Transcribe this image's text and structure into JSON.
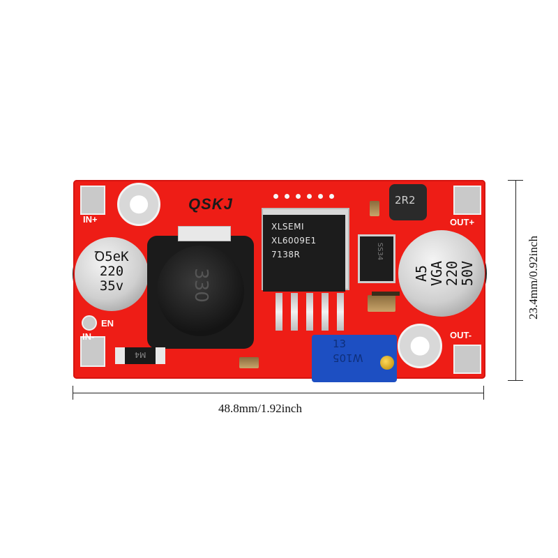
{
  "board": {
    "brand_logo": "QSKJ",
    "labels": {
      "in_plus": "IN+",
      "in_minus": "IN-",
      "en": "EN",
      "out_plus": "OUT+",
      "out_minus": "OUT-"
    },
    "input_capacitor": {
      "line1": "Ꝺ5eK",
      "line2": "220",
      "line3": "35v"
    },
    "output_capacitor": {
      "line1": "A5",
      "line2": "VGA",
      "line3": "220",
      "line4": "50V"
    },
    "inductor_marking": "330",
    "ic": {
      "line1": "XLSEMI",
      "line2": "XL6009E1",
      "line3": "7138R"
    },
    "small_inductor_marking": "2R2",
    "diode_marking": "SS34",
    "input_diode_marking": "M4",
    "potentiometer": {
      "line1": "13",
      "line2": "W105"
    }
  },
  "dimensions": {
    "width_label": "48.8mm/1.92inch",
    "height_label": "23.4mm/0.92inch"
  },
  "colors": {
    "pcb": "#ee1d16",
    "potentiometer": "#1d4fc2",
    "inductor": "#1b1b1b"
  }
}
